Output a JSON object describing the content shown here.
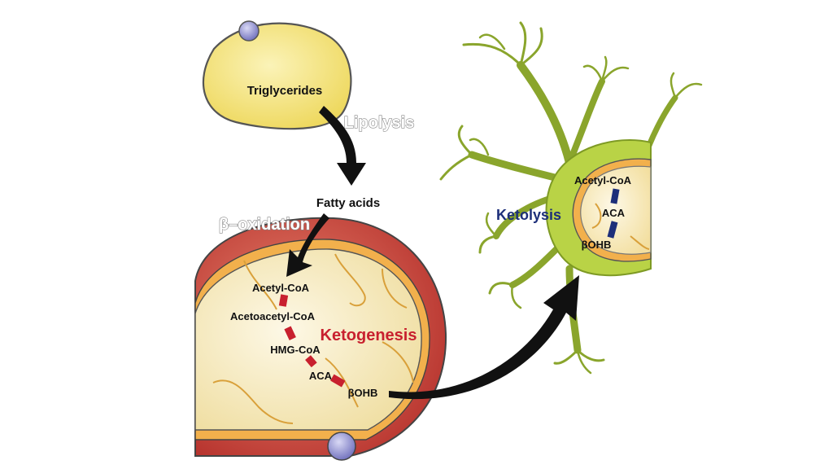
{
  "labels": {
    "triglycerides": "Triglycerides",
    "lipolysis": "Lipolysis",
    "fatty_acids": "Fatty acids",
    "beta_oxidation": "β–oxidation",
    "acetyl_coa": "Acetyl-CoA",
    "acetoacetyl_coa": "Acetoacetyl-CoA",
    "hmg_coa": "HMG-CoA",
    "aca": "ACA",
    "bohb": "βOHB",
    "ketogenesis": "Ketogenesis",
    "ketolysis": "Ketolysis",
    "neuron_acetyl_coa": "Acetyl-CoA",
    "neuron_aca": "ACA",
    "neuron_bohb": "βOHB"
  },
  "colors": {
    "fat_cell": "#f3e27a",
    "mitochondria_outer": "#c9413a",
    "mitochondria_inner": "#f6ecc4",
    "neuron": "#b9d346",
    "ketogenesis_red": "#c8202e",
    "ketolysis_blue": "#1d2f7a",
    "nucleus": "#8f8fd6"
  },
  "icons": [
    "nucleus-icon",
    "arrow-icon"
  ]
}
